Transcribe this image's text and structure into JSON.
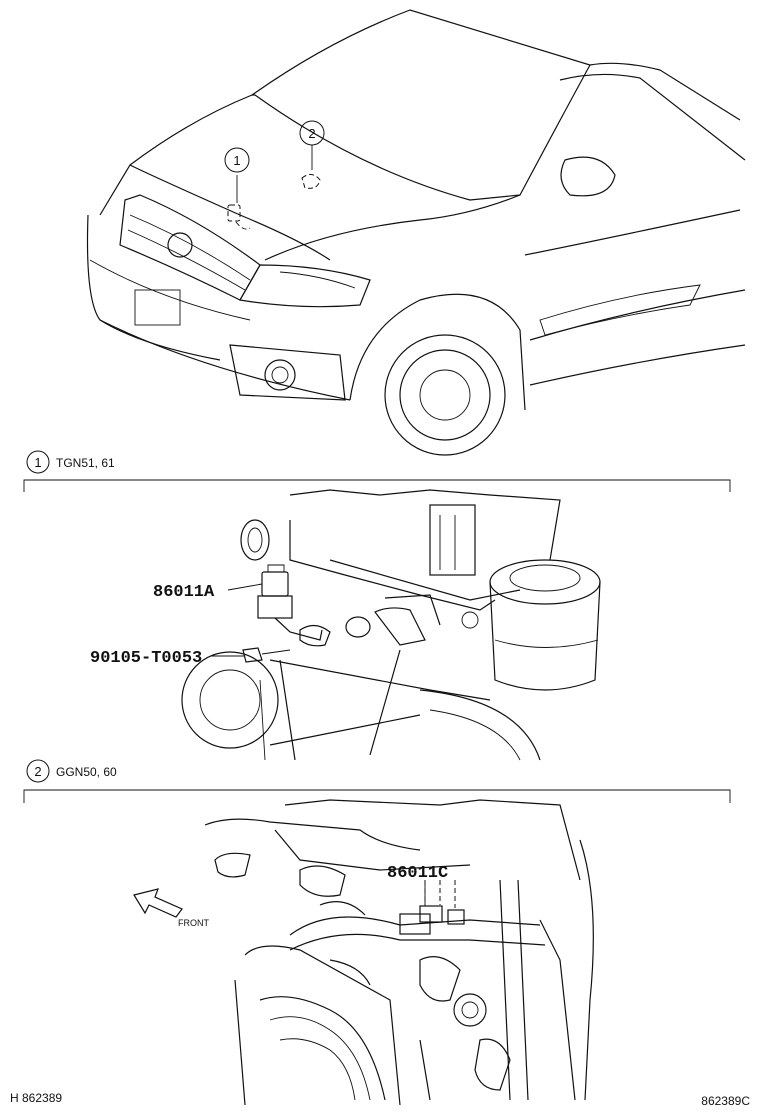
{
  "callouts": {
    "one": "1",
    "two": "2"
  },
  "section1": {
    "num": "1",
    "title": "TGN51, 61",
    "part_sensor": "86011A",
    "part_bolt": "90105-T0053"
  },
  "section2": {
    "num": "2",
    "title": "GGN50, 60",
    "part_sensor": "86011C",
    "front_label": "FRONT"
  },
  "footer": {
    "left_ref": "H 862389",
    "right_ref": "862389C"
  }
}
